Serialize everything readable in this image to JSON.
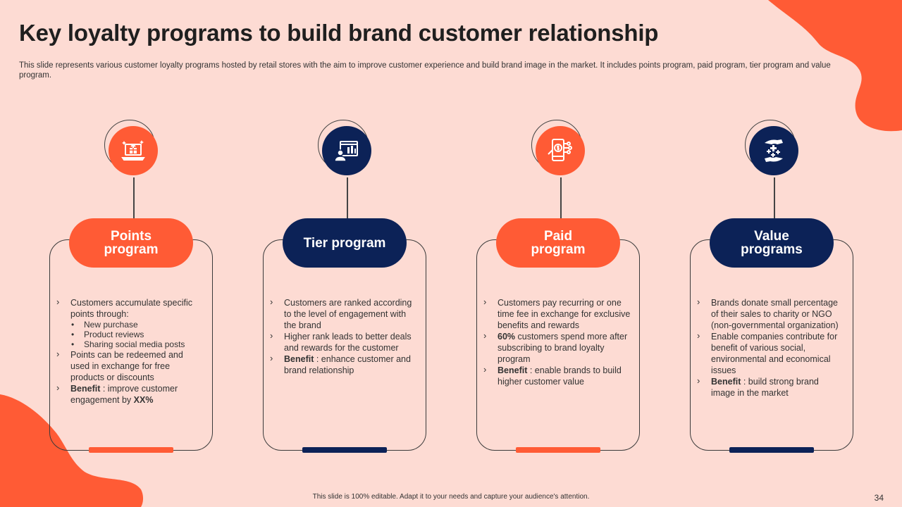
{
  "slide": {
    "title": "Key loyalty programs to build brand customer relationship",
    "subtitle": "This slide represents various customer loyalty programs hosted by retail stores with the aim to improve customer experience and build brand image in the market. It includes points program, paid program, tier program and value program.",
    "footer": "This slide is 100% editable.  Adapt it to your needs and capture your audience's attention.",
    "page_number": "34"
  },
  "colors": {
    "orange": "#FF5B35",
    "navy": "#0C2257",
    "background": "#FDDBD3"
  },
  "cards": [
    {
      "title": "Points program",
      "icon": "gift-laptop-icon",
      "i1": "Customers accumulate specific points through:",
      "s1": "New purchase",
      "s2": "Product reviews",
      "s3": "Sharing social media posts",
      "i2": "Points can be redeemed and used in exchange for free products or discounts",
      "benefit_label": "Benefit",
      "benefit_text": " : improve customer engagement  by ",
      "benefit_strong": "XX%"
    },
    {
      "title": "Tier program",
      "icon": "user-chart-icon",
      "i1": "Customers are ranked according to the level of engagement with the brand",
      "i2": "Higher rank leads to better deals and rewards for the customer",
      "benefit_label": "Benefit",
      "benefit_text": " : enhance customer and brand relationship"
    },
    {
      "title": "Paid program",
      "icon": "mobile-payment-icon",
      "i1": "Customers pay recurring or one time fee in exchange for exclusive benefits and rewards",
      "i2_strong": "60%",
      "i2": " customers spend more after subscribing to brand loyalty program",
      "benefit_label": "Benefit",
      "benefit_text": " : enable brands to build higher customer value"
    },
    {
      "title": "Value programs",
      "icon": "charity-hands-icon",
      "i1": "Brands donate small percentage  of their sales to charity or NGO (non-governmental  organization)",
      "i2": "Enable companies contribute for benefit of various  social, environmental  and economical issues",
      "benefit_label": "Benefit",
      "benefit_text": " : build strong brand image in the market"
    }
  ]
}
